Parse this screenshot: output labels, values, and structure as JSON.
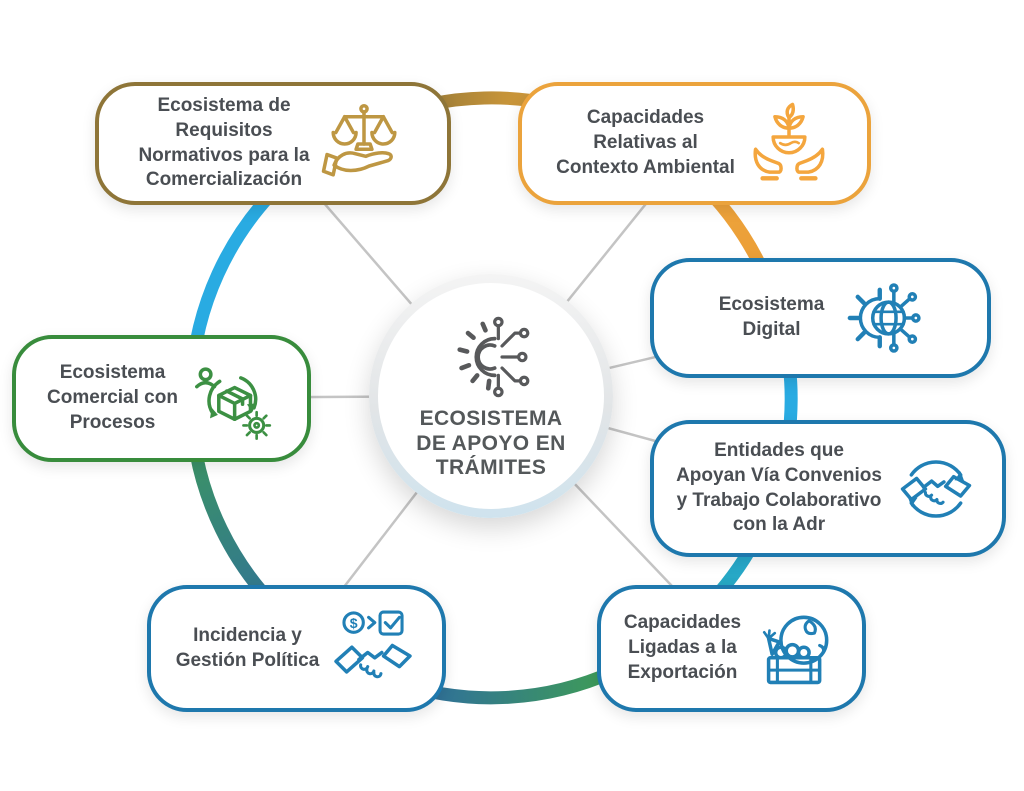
{
  "diagram": {
    "center": {
      "title": "ECOSISTEMA\nDE APOYO EN\nTRÁMITES",
      "icon": "gear-circuit-icon",
      "text_color": "#54585A"
    },
    "nodes": [
      {
        "id": "requisitos",
        "label": "Ecosistema de\nRequisitos\nNormativos para la\nComercialización",
        "icon": "scales-hand-icon",
        "border_color": "#8E7538",
        "icon_color": "#BE9743"
      },
      {
        "id": "ambiental",
        "label": "Capacidades\nRelativas al\nContexto Ambiental",
        "icon": "hands-plant-icon",
        "border_color": "#EBA33C",
        "icon_color": "#F4A63E"
      },
      {
        "id": "digital",
        "label": "Ecosistema\nDigital",
        "icon": "gear-globe-icon",
        "border_color": "#1E78AD",
        "icon_color": "#2180B6"
      },
      {
        "id": "convenios",
        "label": "Entidades que\nApoyan Vía Convenios\ny Trabajo Colaborativo\ncon la Adr",
        "icon": "handshake-cycle-icon",
        "border_color": "#1E78AD",
        "icon_color": "#2180B6"
      },
      {
        "id": "exportacion",
        "label": "Capacidades\nLigadas a la\nExportación",
        "icon": "export-crate-icon",
        "border_color": "#1E78AD",
        "icon_color": "#2180B6"
      },
      {
        "id": "politica",
        "label": "Incidencia y\nGestión Política",
        "icon": "handshake-dollar-icon",
        "border_color": "#1E78AD",
        "icon_color": "#2180B6"
      },
      {
        "id": "comercial",
        "label": "Ecosistema\nComercial con\nProcesos",
        "icon": "box-cycle-icon",
        "border_color": "#388C3C",
        "icon_color": "#3C9043"
      }
    ],
    "ring": {
      "bright_blue": "#29ABE2",
      "gold_dark": "#8E7538",
      "gold": "#C59339",
      "orange": "#F0A73F",
      "orange_deep": "#E89A33",
      "teal": "#26A6B9",
      "green": "#3E9B58",
      "steel_blue": "#2F6E9E"
    },
    "colors": {
      "node_text": "#4A4E53",
      "connector": "#C4C4C4",
      "hub_icon": "#58595B"
    },
    "glyphs": {
      "dollar": "$"
    }
  }
}
